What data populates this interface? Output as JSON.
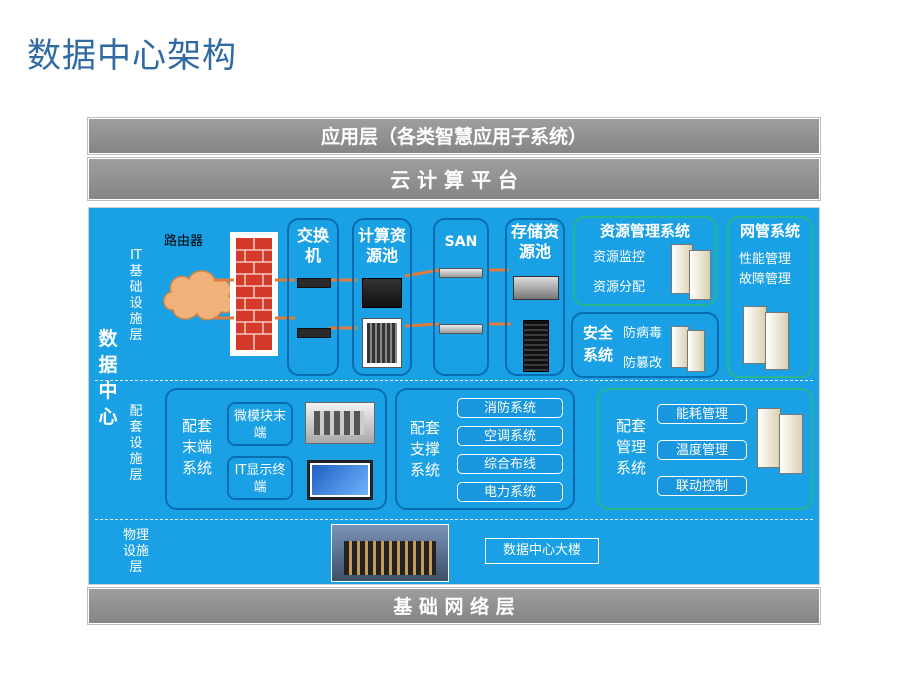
{
  "page_title": "数据中心架构",
  "bars": {
    "application": "应用层（各类智慧应用子系统）",
    "cloud": "云 计 算 平 台",
    "network": "基 础 网 络 层"
  },
  "center": "数据中心",
  "layers": {
    "it": "IT基础设施层",
    "support": "配套设施层",
    "physical": "物理设施层"
  },
  "it": {
    "router": "路由器",
    "switch": "交换机",
    "compute": "计算资源池",
    "san": "SAN",
    "storage": "存储资源池",
    "resource_mgmt": {
      "title": "资源管理系统",
      "items": [
        "资源监控",
        "资源分配"
      ]
    },
    "network_mgmt": {
      "title": "网管系统",
      "items": [
        "性能管理",
        "故障管理"
      ]
    },
    "security": {
      "title": "安全系统",
      "items": [
        "防病毒",
        "防篡改"
      ]
    }
  },
  "support": {
    "terminal": {
      "title": "配套末端系统",
      "items": [
        "微模块末端",
        "IT显示终端"
      ]
    },
    "support_sys": {
      "title": "配套支撑系统",
      "items": [
        "消防系统",
        "空调系统",
        "综合布线",
        "电力系统"
      ]
    },
    "management": {
      "title": "配套管理系统",
      "items": [
        "能耗管理",
        "温度管理",
        "联动控制"
      ]
    }
  },
  "physical": {
    "building": "数据中心大楼"
  },
  "colors": {
    "title": "#2f6aa3",
    "panel": "#1aa0e4",
    "box_border": "#0a6db0",
    "green_border": "#27b58c",
    "bar_gray": "#8f8f8f"
  }
}
